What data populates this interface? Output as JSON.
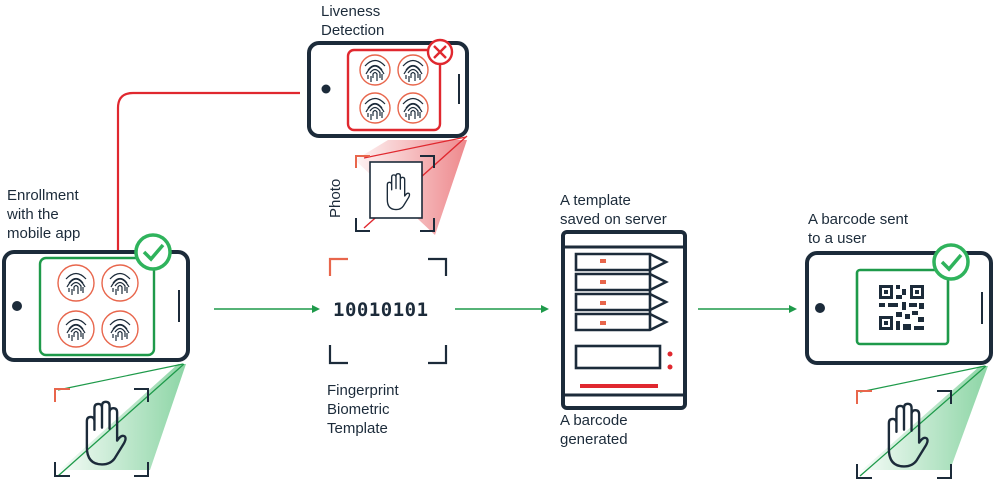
{
  "labels": {
    "liveness": "Liveness\nDetection",
    "enrollment": "Enrollment\nwith the\nmobile app",
    "photo": "Photo",
    "binary": "10010101",
    "fingerprint_template": "Fingerprint\nBiometric\nTemplate",
    "template_saved": "A template\nsaved on server",
    "barcode_generated": "A barcode\ngenerated",
    "barcode_sent": "A barcode sent\nto a user"
  },
  "colors": {
    "navy": "#1c2b3a",
    "red": "#e0282f",
    "salmon": "#e8664c",
    "green": "#1e9a4a",
    "green_light": "#2fb35c"
  },
  "icons": {
    "success": "check-circle-icon",
    "failure": "x-circle-icon",
    "finger": "fingerprint-icon",
    "hand": "hand-icon",
    "server": "server-icon",
    "qr": "qr-code-icon"
  }
}
